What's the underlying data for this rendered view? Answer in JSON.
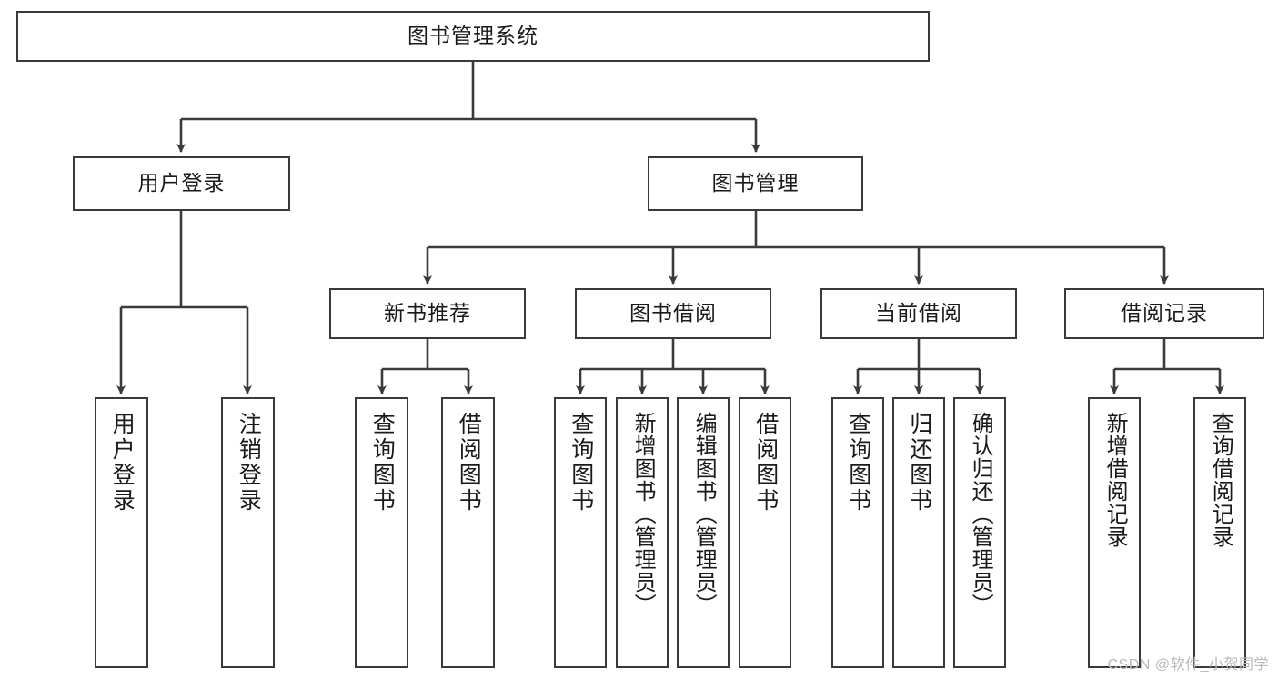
{
  "diagram": {
    "type": "tree-flowchart",
    "title": "图书管理系统",
    "root": {
      "label": "图书管理系统"
    },
    "level2": [
      {
        "label": "用户登录"
      },
      {
        "label": "图书管理"
      }
    ],
    "level3": [
      {
        "label": "新书推荐"
      },
      {
        "label": "图书借阅"
      },
      {
        "label": "当前借阅"
      },
      {
        "label": "借阅记录"
      }
    ],
    "leaves": {
      "user_login": [
        {
          "label": "用户登录"
        },
        {
          "label": "注销登录"
        }
      ],
      "new_book_recommend": [
        {
          "label": "查询图书"
        },
        {
          "label": "借阅图书"
        }
      ],
      "book_borrow": [
        {
          "label": "查询图书"
        },
        {
          "label": "新增图书（管理员）"
        },
        {
          "label": "编辑图书（管理员）"
        },
        {
          "label": "借阅图书"
        }
      ],
      "current_borrow": [
        {
          "label": "查询图书"
        },
        {
          "label": "归还图书"
        },
        {
          "label": "确认归还（管理员）"
        }
      ],
      "borrow_record": [
        {
          "label": "新增借阅记录"
        },
        {
          "label": "查询借阅记录"
        }
      ]
    },
    "edges": [
      {
        "from": "图书管理系统",
        "to": "用户登录"
      },
      {
        "from": "图书管理系统",
        "to": "图书管理"
      },
      {
        "from": "用户登录",
        "to": "用户登录"
      },
      {
        "from": "用户登录",
        "to": "注销登录"
      },
      {
        "from": "图书管理",
        "to": "新书推荐"
      },
      {
        "from": "图书管理",
        "to": "图书借阅"
      },
      {
        "from": "图书管理",
        "to": "当前借阅"
      },
      {
        "from": "图书管理",
        "to": "借阅记录"
      },
      {
        "from": "新书推荐",
        "to": "查询图书"
      },
      {
        "from": "新书推荐",
        "to": "借阅图书"
      },
      {
        "from": "图书借阅",
        "to": "查询图书"
      },
      {
        "from": "图书借阅",
        "to": "新增图书（管理员）"
      },
      {
        "from": "图书借阅",
        "to": "编辑图书（管理员）"
      },
      {
        "from": "图书借阅",
        "to": "借阅图书"
      },
      {
        "from": "当前借阅",
        "to": "查询图书"
      },
      {
        "from": "当前借阅",
        "to": "归还图书"
      },
      {
        "from": "当前借阅",
        "to": "确认归还（管理员）"
      },
      {
        "from": "借阅记录",
        "to": "新增借阅记录"
      },
      {
        "from": "借阅记录",
        "to": "查询借阅记录"
      }
    ],
    "colors": {
      "stroke": "#3a3a3a",
      "fill": "#ffffff",
      "text": "#1a1a1a",
      "watermark": "#b9b9b9"
    }
  },
  "watermark": {
    "text": "CSDN @软件_小贺同学"
  }
}
